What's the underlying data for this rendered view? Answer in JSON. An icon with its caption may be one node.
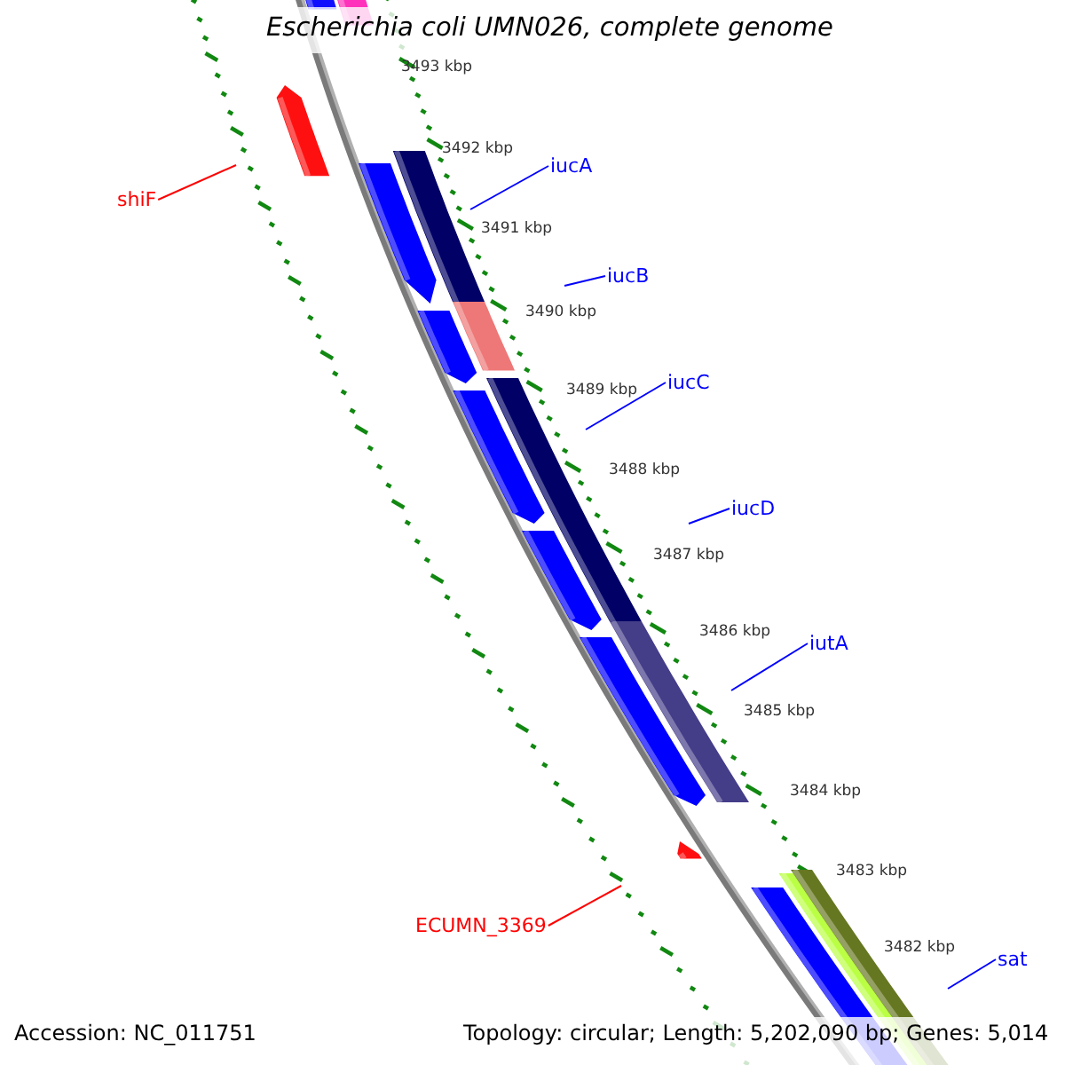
{
  "diagram": {
    "title": "Escherichia coli UMN026, complete genome",
    "nodes": [
      {
        "text": [
          "shiF"
        ]
      },
      {
        "text": [
          "iucA"
        ]
      },
      {
        "text": [
          "iucB"
        ]
      },
      {
        "text": [
          "iucC"
        ]
      },
      {
        "text": [
          "iucD"
        ]
      },
      {
        "text": [
          "iutA"
        ]
      },
      {
        "text": [
          "ECUMN_3369"
        ]
      },
      {
        "text": [
          "sat"
        ]
      }
    ],
    "edges": [
      {
        "from": 0,
        "to": null,
        "arrow": "none",
        "color": "#ff0000"
      },
      {
        "from": 1,
        "to": null,
        "arrow": "none"
      },
      {
        "from": 2,
        "to": null,
        "arrow": "none"
      },
      {
        "from": 3,
        "to": null,
        "arrow": "none"
      },
      {
        "from": 4,
        "to": null,
        "arrow": "none"
      },
      {
        "from": 5,
        "to": null,
        "arrow": "none"
      },
      {
        "from": 6,
        "to": null,
        "arrow": "none",
        "color": "#ff0000"
      },
      {
        "from": 7,
        "to": null,
        "arrow": "none"
      }
    ],
    "labels": [
      "3493 kbp",
      "3492 kbp",
      "3491 kbp",
      "3490 kbp",
      "3489 kbp",
      "3488 kbp",
      "3487 kbp",
      "3486 kbp",
      "3485 kbp",
      "3484 kbp",
      "3483 kbp",
      "3482 kbp",
      "Accession: NC_011751",
      "Topology: circular; Length: 5,202,090 bp; Genes: 5,014"
    ]
  }
}
